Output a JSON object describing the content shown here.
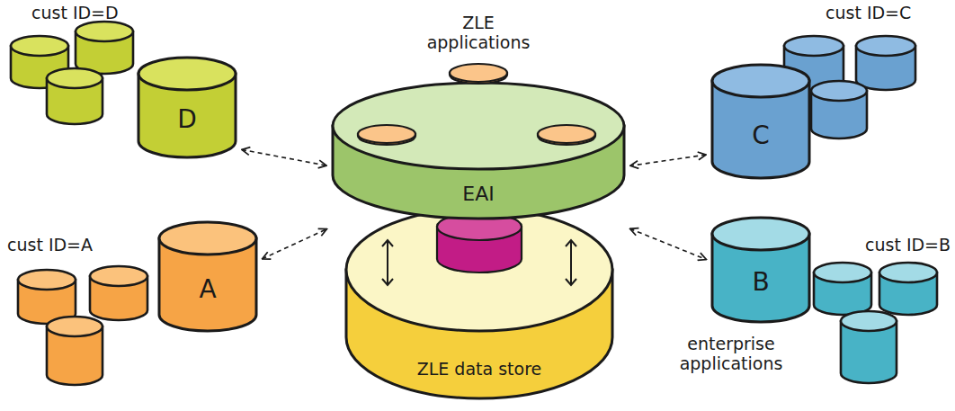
{
  "diagram": {
    "nodes": [
      {
        "text": [
          "D"
        ]
      },
      {
        "text": [
          "ZLE applications",
          "EAI"
        ]
      },
      {
        "text": [
          "C"
        ]
      },
      {
        "text": [
          "A"
        ]
      },
      {
        "text": [
          "ZLE data store"
        ]
      },
      {
        "text": [
          "B"
        ]
      }
    ],
    "edges": [
      {
        "from": 0,
        "to": 1,
        "arrow": "both"
      },
      {
        "from": 2,
        "to": 1,
        "arrow": "both"
      },
      {
        "from": 3,
        "to": 1,
        "arrow": "both"
      },
      {
        "from": 1,
        "to": 5,
        "arrow": "both"
      }
    ],
    "labels": [
      "cust ID=D",
      "cust ID=C",
      "cust ID=A",
      "cust ID=B",
      "enterprise applications"
    ]
  }
}
